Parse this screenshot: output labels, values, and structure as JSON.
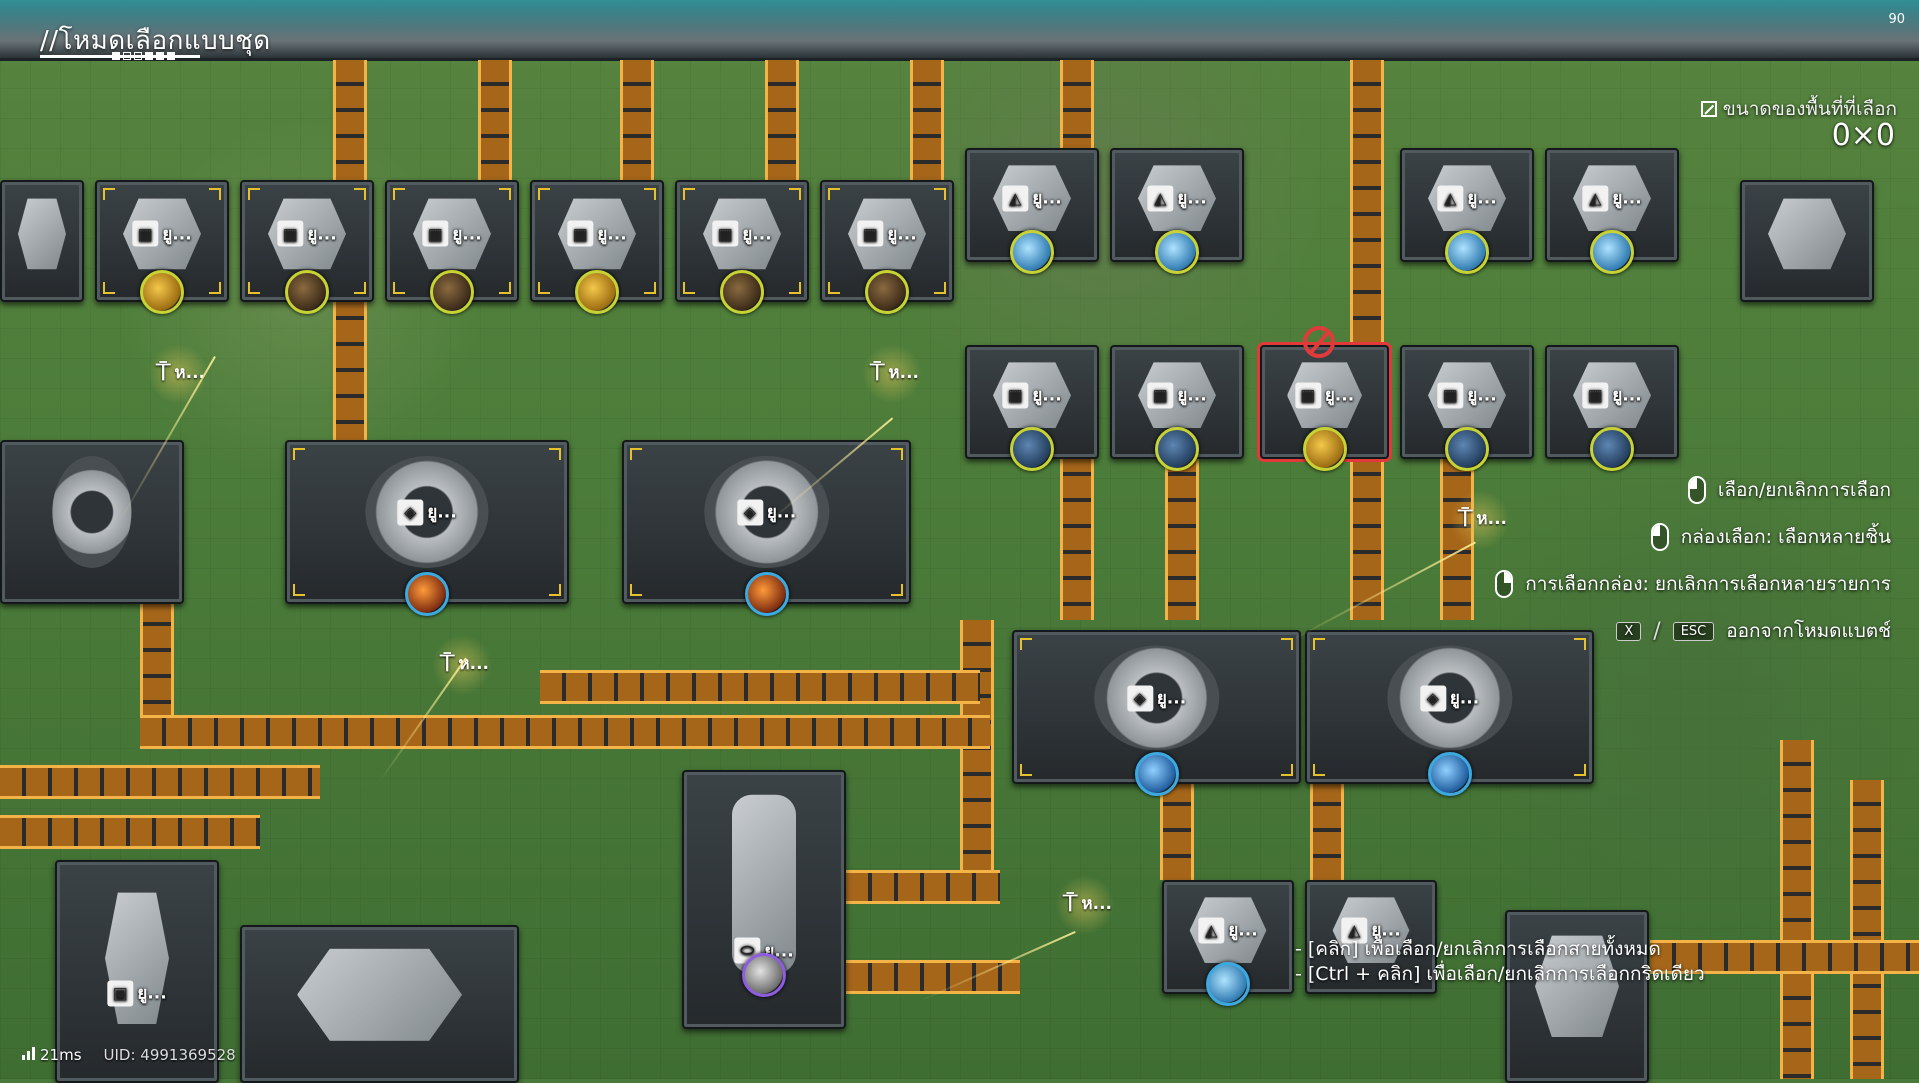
{
  "hud": {
    "title": "//โหมดเลือกแบบชุด",
    "top_right_number": "90",
    "selected_area_label": "ขนาดของพื้นที่ที่เลือก",
    "selected_area_value": "0×0"
  },
  "controls": [
    {
      "mouse": "left",
      "label": "เลือก/ยกเลิกการเลือก"
    },
    {
      "mouse": "left",
      "label": "กล่องเลือก: เลือกหลายชิ้น"
    },
    {
      "mouse": "right",
      "label": "การเลือกกล่อง: ยกเลิกการเลือกหลายรายการ"
    },
    {
      "keys": [
        "X",
        "ESC"
      ],
      "label": "ออกจากโหมดแบตช์"
    }
  ],
  "hints": [
    "- [คลิก] เพื่อเลือก/ยกเลิกการเลือกสายทั้งหมด",
    "- [Ctrl + คลิก] เพื่อเลือก/ยกเลิกการเลือกกริดเดียว"
  ],
  "status": {
    "ping": "21ms",
    "uid": "UID: 4991369528"
  },
  "machines": {
    "unit_label": "ยู...",
    "pylon_label": "ห..."
  },
  "colors": {
    "belt": "#c07a1c",
    "belt_edge": "#f3b347",
    "selection_yellow": "#c7d335",
    "warning_red": "#e03a3a"
  }
}
